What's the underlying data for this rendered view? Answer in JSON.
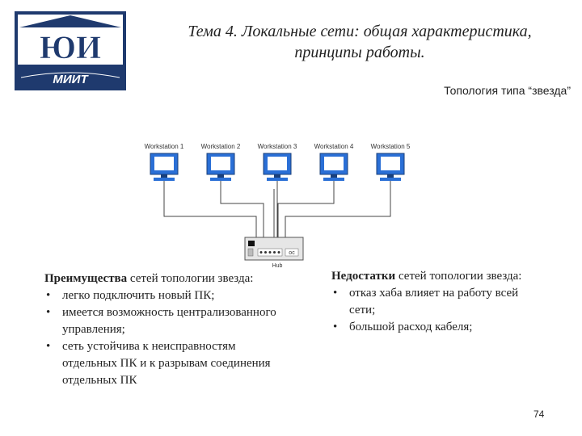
{
  "logo": {
    "letters": "ЮИ",
    "wordmark": "МИИТ",
    "colors": {
      "navy": "#1f3a6e",
      "white": "#ffffff"
    }
  },
  "header": {
    "title_line1": "Тема 4.  Локальные сети: общая характеристика,",
    "title_line2": "принципы работы."
  },
  "subtitle": "Топология типа “звезда”",
  "diagram": {
    "workstations": [
      "Workstation 1",
      "Workstation 2",
      "Workstation 3",
      "Workstation 4",
      "Workstation 5"
    ],
    "hub_label": "Hub",
    "hub_port_label": "oc"
  },
  "advantages": {
    "heading_bold": "Преимущества",
    "heading_rest": " сетей топологии звезда:",
    "items": [
      "легко подключить новый ПК;",
      "имеется возможность централизованного управления;",
      "сеть устойчива к неисправностям отдельных ПК и к разрывам соединения отдельных ПК"
    ]
  },
  "disadvantages": {
    "heading_bold": "Недостатки",
    "heading_rest": " сетей топологии звезда:",
    "items": [
      "отказ хаба влияет на работу всей сети;",
      "большой расход кабеля;"
    ]
  },
  "page_number": "74",
  "bullet": "•"
}
